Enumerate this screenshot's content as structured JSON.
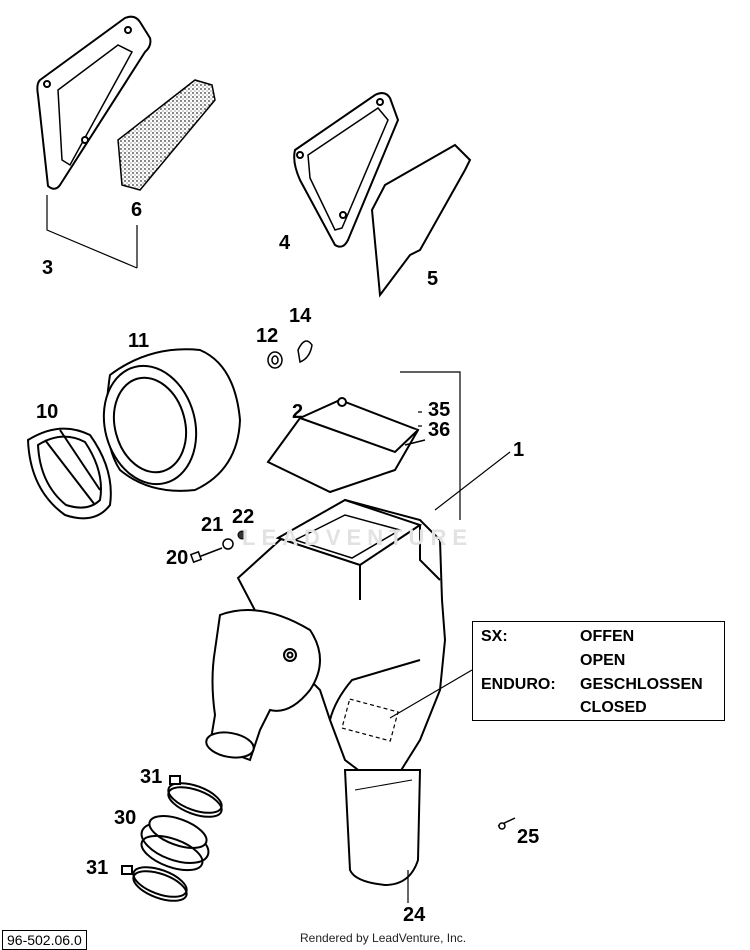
{
  "callouts": {
    "n1": "1",
    "n2": "2",
    "n3": "3",
    "n4": "4",
    "n5": "5",
    "n6": "6",
    "n10": "10",
    "n11": "11",
    "n12": "12",
    "n14": "14",
    "n20": "20",
    "n21": "21",
    "n22": "22",
    "n24": "24",
    "n25": "25",
    "n30": "30",
    "n31a": "31",
    "n31b": "31",
    "n35": "35",
    "n36": "36"
  },
  "legend": {
    "sx_label": "SX:",
    "sx_value_de": "OFFEN",
    "sx_value_en": "OPEN",
    "enduro_label": "ENDURO:",
    "enduro_value_de": "GESCHLOSSEN",
    "enduro_value_en": "CLOSED"
  },
  "doc_code": "96-502.06.0",
  "credit": "Rendered by LeadVenture, Inc.",
  "watermark": "LEADVENTURE",
  "colors": {
    "line": "#000000",
    "fill": "#ffffff",
    "hatch": "#555555"
  }
}
